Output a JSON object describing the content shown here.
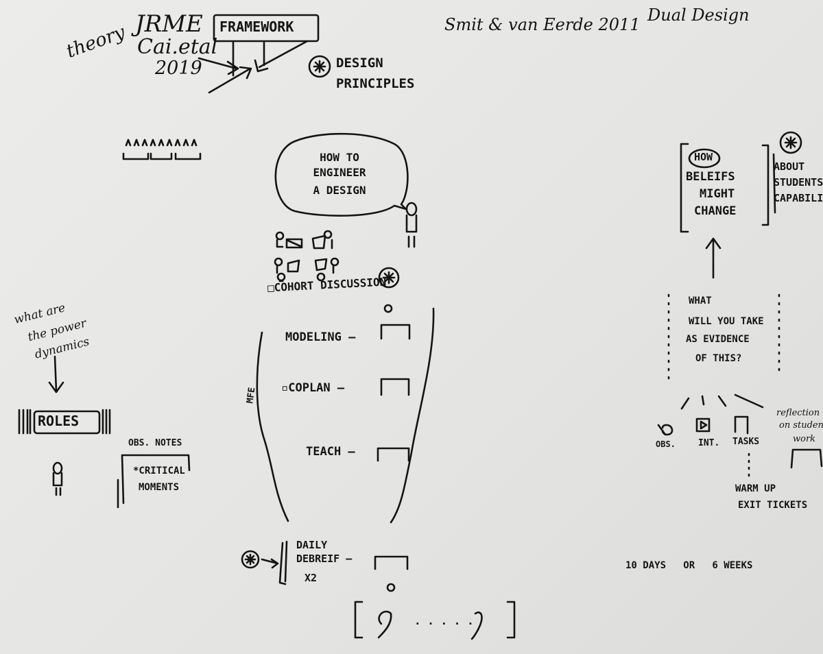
{
  "top": {
    "theory": "theory",
    "jrme": "JRME",
    "cai": "Cai.etal",
    "year": "2019",
    "framework": "FRAMEWORK",
    "design_principles_1": "DESIGN",
    "design_principles_2": "PRINCIPLES",
    "smit": "Smit & van Eerde 2011",
    "dual": "Dual Design"
  },
  "center": {
    "bubble_1": "HOW TO",
    "bubble_2": "ENGINEER",
    "bubble_3": "A DESIGN",
    "cohort": "□COHORT DISCUSSION",
    "modeling": "MODELING –",
    "coplan": "▫COPLAN –",
    "teach": "TEACH –",
    "mfe": "MFE",
    "debrief_1": "DAILY",
    "debrief_2": "DEBREIF –",
    "debrief_3": "X2",
    "bracket_dots": "· · · · ·"
  },
  "left": {
    "power_1": "what are",
    "power_2": "the power",
    "power_3": "dynamics",
    "roles": "ROLES",
    "obs_notes": "OBS. NOTES",
    "critical_1": "*CRITICAL",
    "critical_2": "MOMENTS"
  },
  "right": {
    "how": "HOW",
    "beliefs_1": "BELEIFS",
    "beliefs_2": "MIGHT",
    "beliefs_3": "CHANGE",
    "about_1": "ABOUT",
    "about_2": "STUDENTS",
    "about_3": "CAPABILITIES",
    "q_1": "WHAT",
    "q_2": "WILL YOU TAKE",
    "q_3": "AS EVIDENCE",
    "q_4": "OF THIS?",
    "obs": "OBS.",
    "int": "INT.",
    "tasks": "TASKS",
    "reflection_1": "reflection",
    "reflection_2": "on student",
    "reflection_3": "work",
    "warm_1": "WARM UP",
    "warm_2": "EXIT TICKETS",
    "duration": "10 DAYS   OR   6 WEEKS"
  }
}
